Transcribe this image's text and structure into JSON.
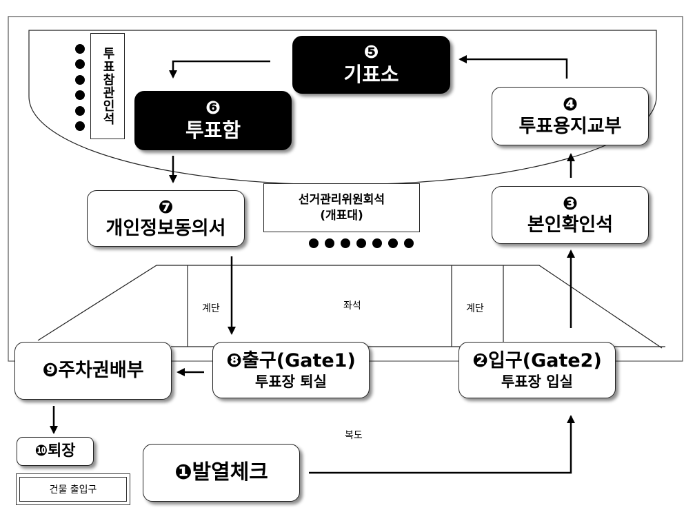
{
  "diagram": {
    "steps": {
      "s1": {
        "label": "❶발열체크"
      },
      "s2": {
        "label": "❷입구(Gate2)",
        "sub": "투표장 입실"
      },
      "s3": {
        "num": "❸",
        "label": "본인확인석"
      },
      "s4": {
        "num": "❹",
        "label": "투표용지교부"
      },
      "s5": {
        "num": "❺",
        "label": "기표소"
      },
      "s6": {
        "num": "❻",
        "label": "투표함"
      },
      "s7": {
        "num": "❼",
        "label": "개인정보동의서"
      },
      "s8": {
        "label": "❽출구(Gate1)",
        "sub": "투표장 퇴실"
      },
      "s9": {
        "label": "❾주차권배부"
      },
      "s10": {
        "label": "❿퇴장"
      }
    },
    "observer_seat": {
      "label": "투표참관인석",
      "dot_count": 6
    },
    "commission_seat": {
      "line1": "선거관리위원회석",
      "line2": "(개표대)",
      "dot_count": 7
    },
    "seating": {
      "stairs_left": "계단",
      "seats": "좌석",
      "stairs_right": "계단"
    },
    "corridor": "복도",
    "building_entrance": "건물 출입구"
  }
}
